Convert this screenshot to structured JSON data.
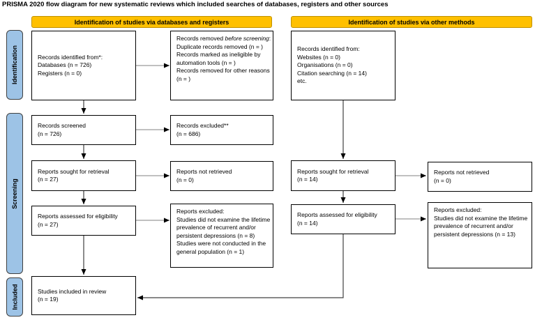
{
  "title": "PRISMA 2020 flow diagram for new systematic reviews which included searches of databases, registers and other sources",
  "headers": {
    "databases": "Identification of studies via databases and registers",
    "other": "Identification of studies via other methods"
  },
  "sidebar": {
    "identification": "Identification",
    "screening": "Screening",
    "included": "Included"
  },
  "colors": {
    "header_fill": "#FFC000",
    "header_border": "#BF9000",
    "sidebar_fill": "#9DC3E6",
    "box_border": "#000000",
    "arrow_shaft_horizontal": "#9A9A9A",
    "arrow_shaft_vertical": "#404040",
    "arrow_head": "#000000"
  },
  "boxes": {
    "records_identified_db": {
      "heading": "Records identified from*:",
      "items": [
        "Databases (n = 726)",
        "Registers (n = 0)"
      ]
    },
    "records_removed": {
      "heading_pre": "Records removed",
      "heading_italic": "before screening",
      "heading_post": ":",
      "items": [
        "Duplicate records removed (n = )",
        "Records marked as ineligible by automation tools (n = )",
        "Records removed for other reasons (n = )"
      ]
    },
    "records_identified_other": {
      "heading": "Records identified from:",
      "items": [
        "Websites (n = 0)",
        "Organisations (n = 0)",
        "Citation searching (n = 14)",
        "etc."
      ]
    },
    "records_screened": {
      "line1": "Records screened",
      "line2": "(n = 726)"
    },
    "records_excluded": {
      "line1": "Records excluded**",
      "line2": "(n = 686)"
    },
    "reports_sought_db": {
      "line1": "Reports sought for retrieval",
      "line2": "(n = 27)"
    },
    "reports_not_retrieved_db": {
      "line1": "Reports not retrieved",
      "line2": "(n = 0)"
    },
    "reports_assessed_db": {
      "line1": "Reports assessed for eligibility",
      "line2": "(n = 27)"
    },
    "reports_excluded_db": {
      "heading": "Reports excluded:",
      "items": [
        "Studies did not examine the lifetime prevalence of recurrent and/or persistent depressions (n = 8)",
        "Studies were not conducted in the general population (n = 1)"
      ]
    },
    "reports_sought_other": {
      "line1": "Reports sought for retrieval",
      "line2": "(n = 14)"
    },
    "reports_not_retrieved_other": {
      "line1": "Reports not retrieved",
      "line2": "(n = 0)"
    },
    "reports_assessed_other": {
      "line1": "Reports assessed for eligibility",
      "line2": "(n = 14)"
    },
    "reports_excluded_other": {
      "heading": "Reports excluded:",
      "items": [
        "Studies did not examine the lifetime prevalence of recurrent and/or persistent depressions (n = 13)"
      ]
    },
    "studies_included": {
      "line1": "Studies included in review",
      "line2": "(n = 19)"
    }
  }
}
